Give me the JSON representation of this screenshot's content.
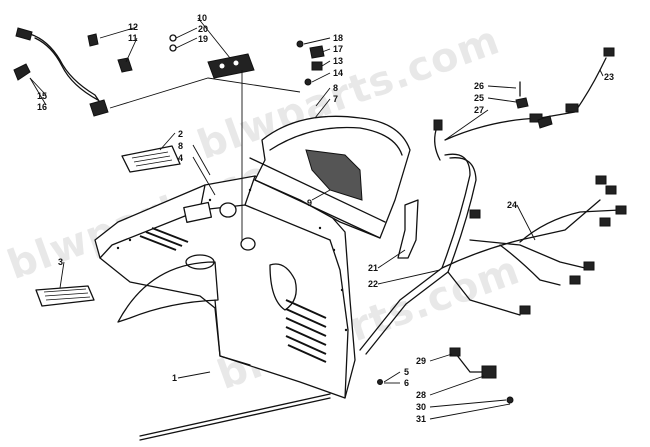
{
  "watermark": "blwparts.com",
  "callouts": {
    "c1": "1",
    "c2": "2",
    "c3": "3",
    "c4": "4",
    "c5": "5",
    "c6": "6",
    "c7": "7",
    "c8a": "8",
    "c8b": "8",
    "c9": "9",
    "c10": "10",
    "c11": "11",
    "c12": "12",
    "c13": "13",
    "c14": "14",
    "c15": "15",
    "c16": "16",
    "c17": "17",
    "c18": "18",
    "c19": "19",
    "c20": "20",
    "c21": "21",
    "c22": "22",
    "c23": "23",
    "c24": "24",
    "c25": "25",
    "c26": "26",
    "c27": "27",
    "c28": "28",
    "c29": "29",
    "c30": "30",
    "c31": "31"
  }
}
